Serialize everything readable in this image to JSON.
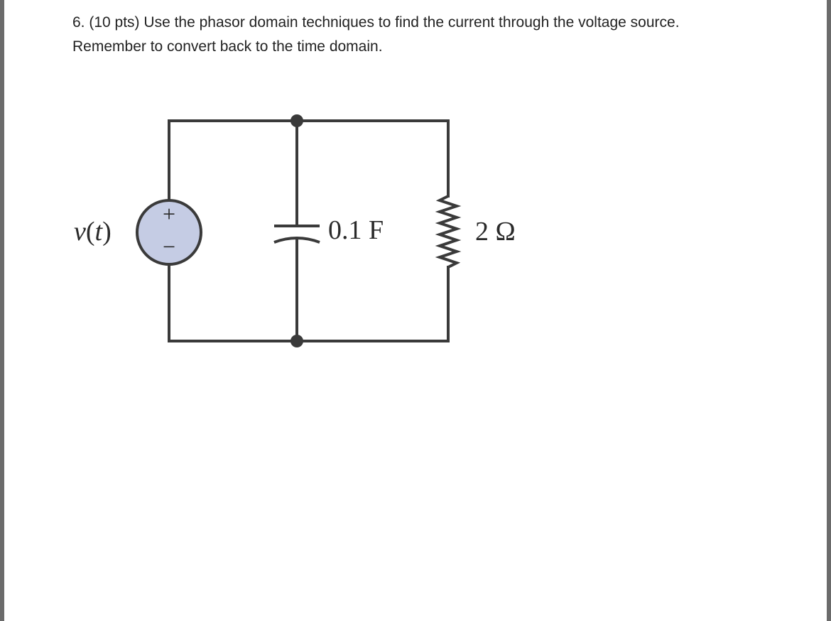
{
  "question": {
    "number": "6.",
    "points": "(10 pts)",
    "text": "Use the phasor domain techniques to find the current through the voltage source. Remember to convert back to the time domain."
  },
  "circuit": {
    "source": {
      "label_var": "v",
      "label_open": "(",
      "label_arg": "t",
      "label_close": ")",
      "plus_sign": "+",
      "minus_sign": "−",
      "fill_color": "#c5cce4"
    },
    "capacitor": {
      "label": "0.1 F"
    },
    "resistor": {
      "label": "2 Ω"
    },
    "wire_color": "#3a3a3a"
  }
}
